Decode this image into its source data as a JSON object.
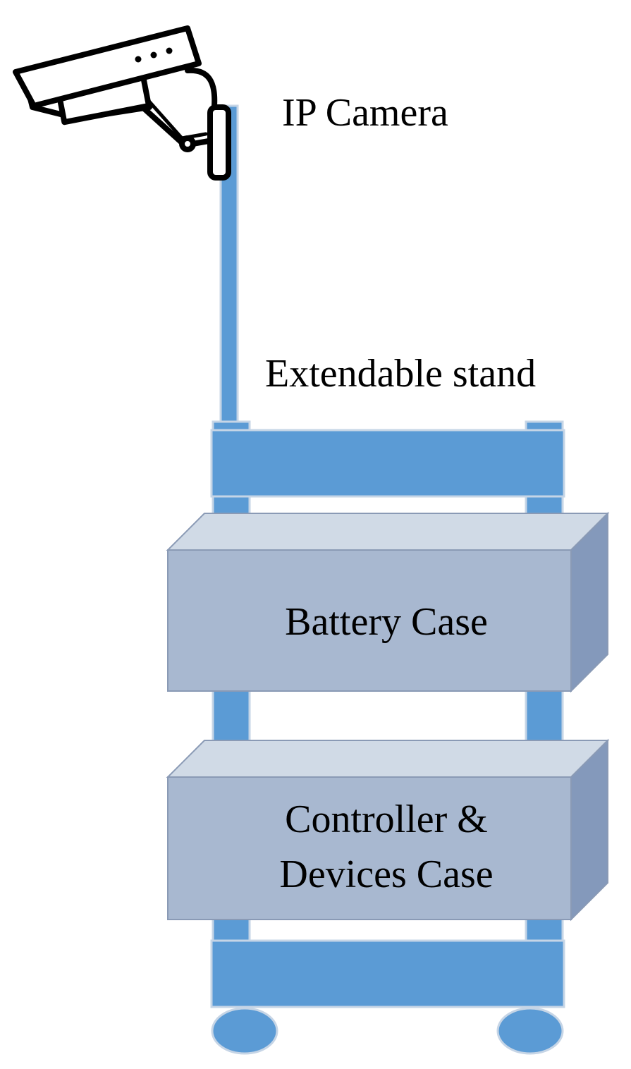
{
  "labels": {
    "camera": "IP Camera",
    "stand": "Extendable stand",
    "battery_case": "Battery Case",
    "controller_case_line1": "Controller &",
    "controller_case_line2": "Devices Case"
  },
  "icons": {
    "camera": "cctv-camera-icon"
  },
  "colors": {
    "frame_blue": "#5b9bd5",
    "frame_edge": "#c6d5e6",
    "box_front": "#a8b8d0",
    "box_top": "#d0dae6",
    "box_side": "#8499bb",
    "box_stroke": "#8a9ab5",
    "icon_stroke": "#000000"
  }
}
